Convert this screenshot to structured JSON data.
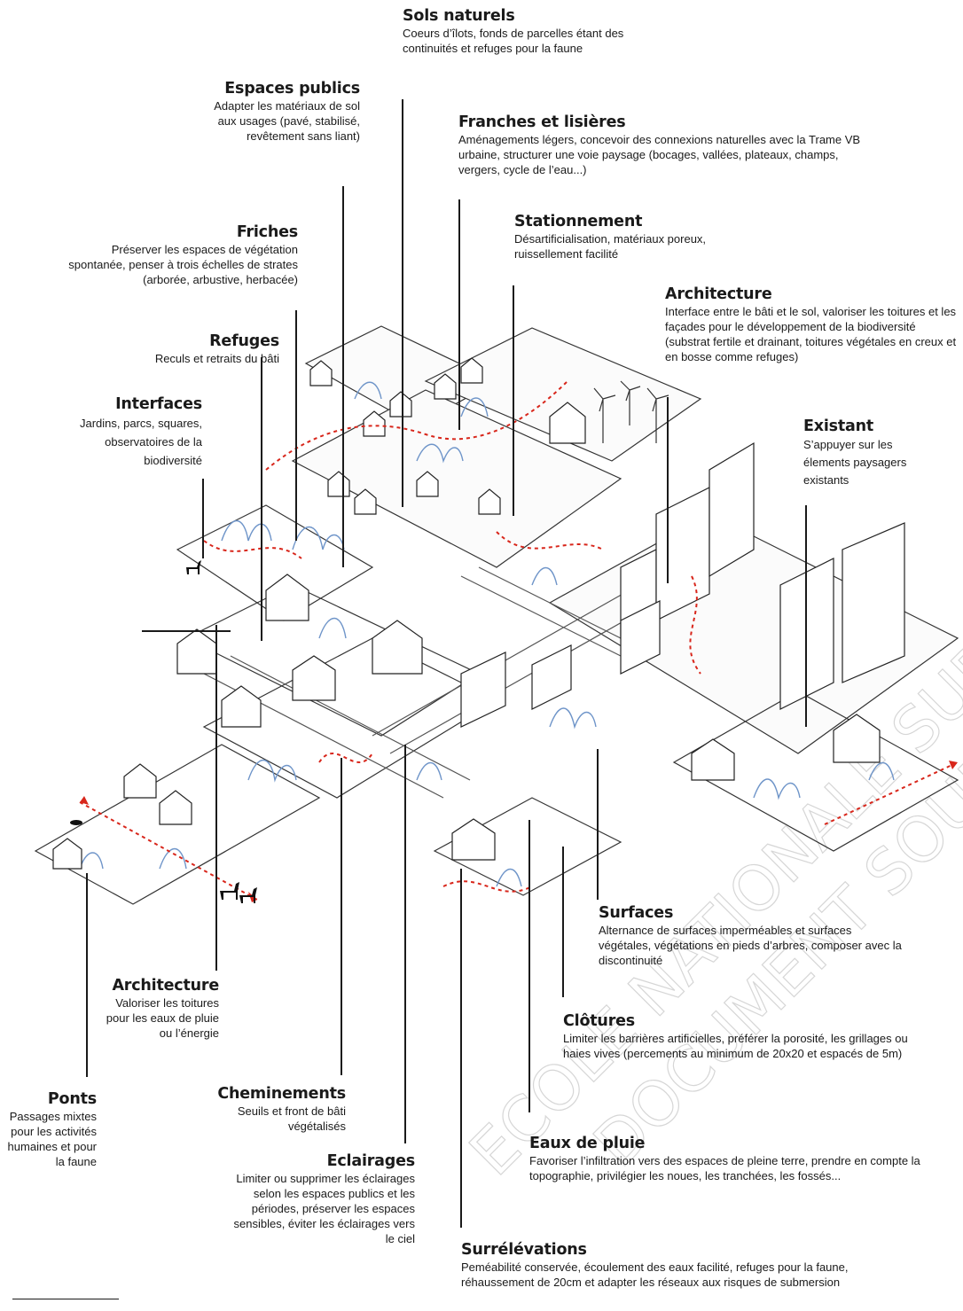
{
  "labels": {
    "sols_naturels": {
      "title": "Sols naturels",
      "text": "Coeurs d’îlots, fonds de parcelles étant des continuités et refuges pour la faune"
    },
    "espaces_publics": {
      "title": "Espaces publics",
      "text": "Adapter les matériaux de sol aux usages (pavé, stabilisé, revêtement sans liant)"
    },
    "franches": {
      "title": "Franches et lisières",
      "text": "Aménagements légers, concevoir des connexions naturelles avec la Trame VB urbaine, structurer une voie paysage (bocages, vallées, plateaux, champs, vergers, cycle de l’eau...)"
    },
    "friches": {
      "title": "Friches",
      "text": "Préserver les espaces de végétation spontanée,  penser à trois échelles de strates (arborée, arbustive, herbacée)"
    },
    "stationnement": {
      "title": "Stationnement",
      "text": "Désartificialisation, matériaux poreux, ruissellement facilité"
    },
    "architecture_top": {
      "title": "Architecture",
      "text": "Interface entre le bâti et le sol, valoriser les toitures et les façades pour le développement de la biodiversité (substrat fertile et drainant, toitures végétales en creux et en bosse comme refuges)"
    },
    "refuges": {
      "title": "Refuges",
      "text": "Reculs et retraits du bâti"
    },
    "interfaces": {
      "title": "Interfaces",
      "text": "Jardins, parcs, squares, observatoires de la biodiversité"
    },
    "existant": {
      "title": "Existant",
      "text": "S’appuyer sur les élements paysagers existants"
    },
    "surfaces": {
      "title": "Surfaces",
      "text": "Alternance de surfaces imperméables et surfaces végétales, végétations en pieds d’arbres, composer avec la discontinuité"
    },
    "architecture_bottom": {
      "title": "Architecture",
      "text": "Valoriser les toitures pour les eaux de pluie ou l’énergie"
    },
    "clotures": {
      "title": "Clôtures",
      "text": "Limiter les barrières artificielles, préférer la porosité, les grillages ou haies vives (percements au minimum de 20x20 et espacés de 5m)"
    },
    "ponts": {
      "title": "Ponts",
      "text": "Passages mixtes pour les activités humaines et pour la faune"
    },
    "cheminements": {
      "title": "Cheminements",
      "text": "Seuils et front de bâti végétalisés"
    },
    "eaux_de_pluie": {
      "title": "Eaux de pluie",
      "text": "Favoriser l’infiltration vers des espaces de pleine terre, prendre en compte la topographie, privilégier les noues, les tranchées, les fossés..."
    },
    "eclairages": {
      "title": "Eclairages",
      "text": "Limiter ou supprimer les éclairages selon les espaces publics et les périodes, préserver les espaces sensibles, éviter les éclairages vers le ciel"
    },
    "surrelevations": {
      "title": "Surrélévations",
      "text": "Peméabilité conservée, écoulement des eaux facilité, refuges pour la faune, réhaussement de 20cm et adapter les réseaux aux risques de submersion"
    }
  },
  "watermark": {
    "line1": "ECOLE NATIONALE SUPERIEURE",
    "line2": "DOCUMENT SOUMIS"
  },
  "colors": {
    "ink": "#1a1a1a",
    "vegetation_blue": "#6f95c9",
    "fauna_path_red": "#d8261b"
  }
}
